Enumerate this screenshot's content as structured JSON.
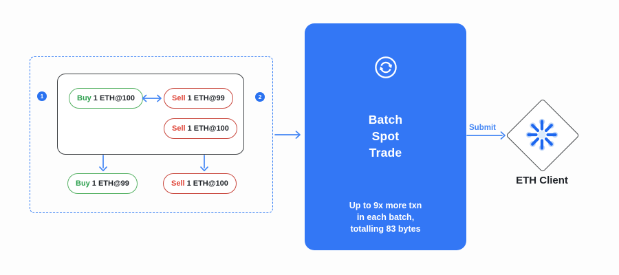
{
  "colors": {
    "accent_blue": "#3377f5",
    "arrow_blue": "#4285f4",
    "buy_green": "#2ea04f",
    "sell_red": "#df4437",
    "ink": "#1f2328",
    "border_dark": "#3d4043"
  },
  "mempool": {
    "badge_1": "1",
    "badge_2": "2",
    "matched_orders": [
      {
        "action": "Buy",
        "details": "1 ETH@100"
      },
      {
        "action": "Sell",
        "details": "1 ETH@99"
      },
      {
        "action": "Sell",
        "details": "1 ETH@100"
      }
    ],
    "netted_orders": [
      {
        "action": "Buy",
        "details": "1 ETH@99"
      },
      {
        "action": "Sell",
        "details": "1 ETH@100"
      }
    ]
  },
  "batch": {
    "icon": "sync-icon",
    "title_line_1": "Batch",
    "title_line_2": "Spot",
    "title_line_3": "Trade",
    "note_line_1": "Up to 9x more txn",
    "note_line_2": "in each batch,",
    "note_line_3": "totalling 83 bytes"
  },
  "submit_label": "Submit",
  "eth_client": {
    "icon": "burst-icon",
    "label": "ETH Client"
  }
}
